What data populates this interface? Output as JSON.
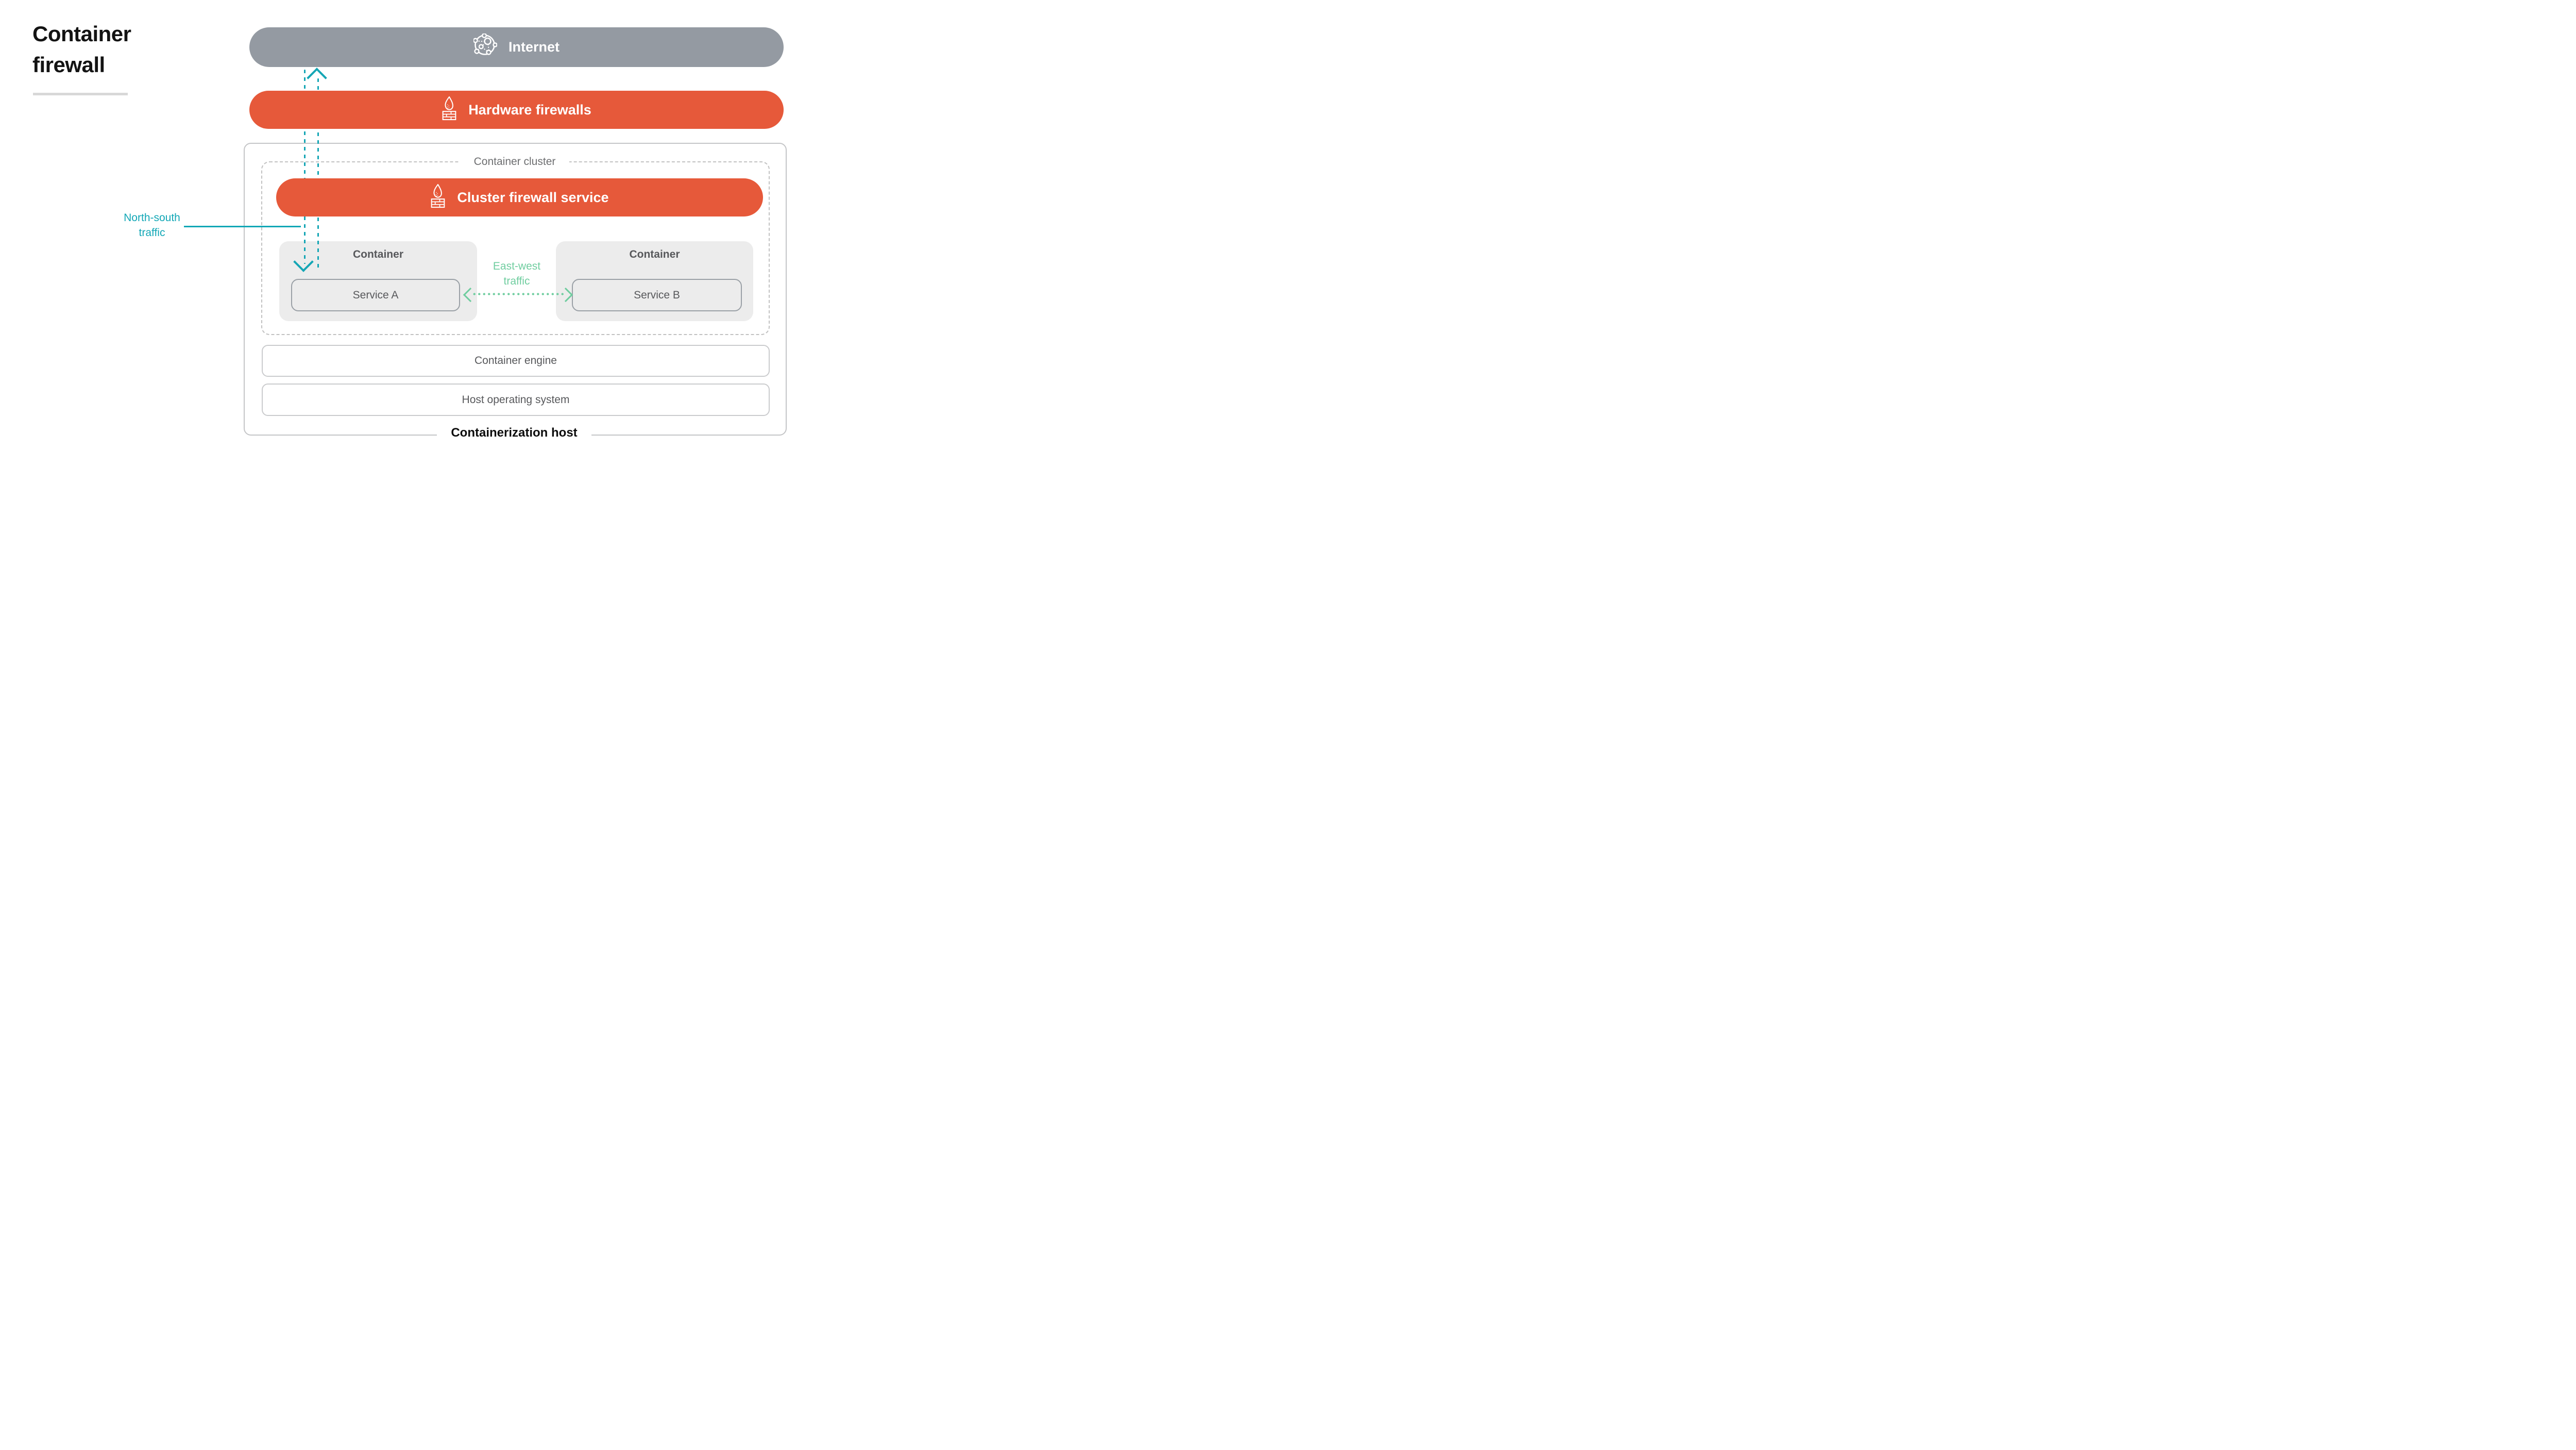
{
  "title": {
    "line1": "Container",
    "line2": "firewall"
  },
  "colors": {
    "orange": "#e6593a",
    "slate_gray": "#949aa2",
    "teal": "#12a7b6",
    "mint": "#6fcd9f",
    "box_fill": "#ececec",
    "text_gray": "#57585b"
  },
  "internet": {
    "label": "Internet",
    "icon": "network-globe-icon"
  },
  "hardware_firewalls": {
    "label": "Hardware firewalls",
    "icon": "firewall-icon"
  },
  "cluster": {
    "label": "Container cluster"
  },
  "cluster_firewall": {
    "label": "Cluster firewall service",
    "icon": "firewall-icon"
  },
  "container_a": {
    "title": "Container",
    "service": "Service A"
  },
  "container_b": {
    "title": "Container",
    "service": "Service B"
  },
  "container_engine": {
    "label": "Container engine"
  },
  "host_os": {
    "label": "Host operating system"
  },
  "host": {
    "label": "Containerization host"
  },
  "annotations": {
    "north_south": {
      "line1": "North-south",
      "line2": "traffic"
    },
    "east_west": {
      "line1": "East-west",
      "line2": "traffic"
    }
  }
}
